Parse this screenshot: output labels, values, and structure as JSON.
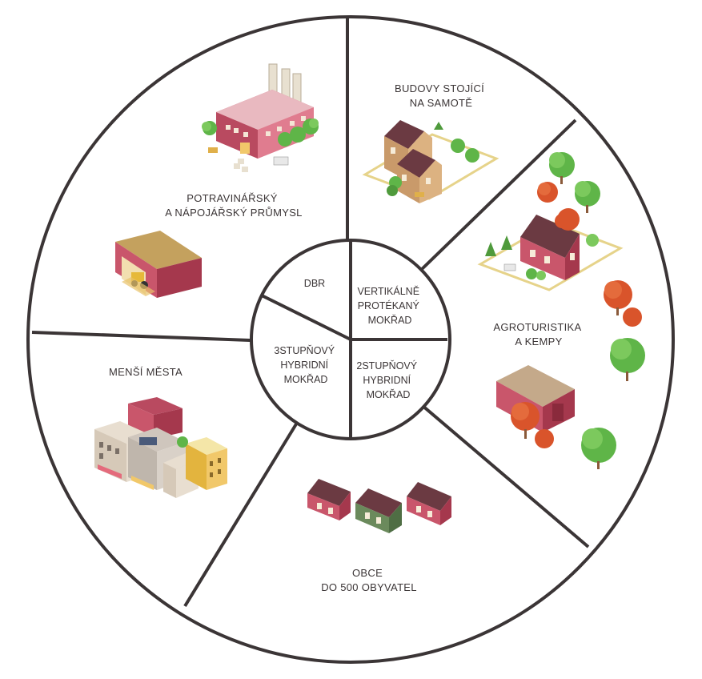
{
  "outer_sectors": {
    "food_industry": [
      "POTRAVINÁŘSKÝ",
      "A NÁPOJÁŘSKÝ PRŮMYSL"
    ],
    "standalone_buildings": [
      "BUDOVY STOJÍCÍ",
      "NA SAMOTĚ"
    ],
    "agrotourism": [
      "AGROTURISTIKA",
      "A KEMPY"
    ],
    "villages": [
      "OBCE",
      "DO 500 OBYVATEL"
    ],
    "small_towns": [
      "MENŠÍ MĚSTA"
    ]
  },
  "inner_sectors": {
    "dbr": [
      "DBR"
    ],
    "vertical_wetland": [
      "VERTIKÁLNĚ",
      "PROTÉKANÝ",
      "MOKŘAD"
    ],
    "two_stage": [
      "2STUPŇOVÝ",
      "HYBRIDNÍ",
      "MOKŘAD"
    ],
    "three_stage": [
      "3STUPŇOVÝ",
      "HYBRIDNÍ",
      "MOKŘAD"
    ]
  },
  "illustrations": [
    "factory-icon",
    "farm-shed-icon",
    "two-houses-icon",
    "farmhouse-icon",
    "trees-icon",
    "barn-icon",
    "village-houses-icon",
    "town-buildings-icon"
  ],
  "colors": {
    "line": "#3b3536",
    "roof": "#6b3a42",
    "wall_pink": "#c9566b",
    "tree_green": "#5fb548",
    "tree_orange": "#d9542b"
  }
}
